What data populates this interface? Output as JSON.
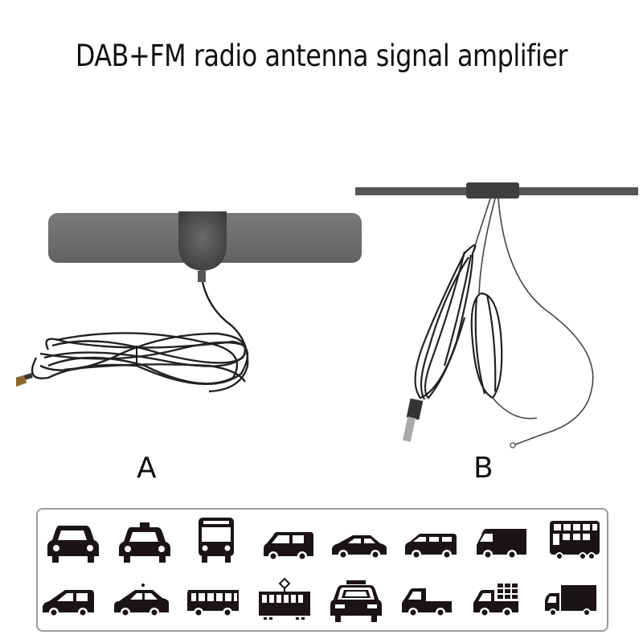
{
  "title": "DAB+FM radio antenna signal amplifier",
  "products": [
    {
      "id": "A",
      "label": "A",
      "description": "flat panel antenna with coiled cable and angled connector"
    },
    {
      "id": "B",
      "label": "B",
      "description": "T-bar strip antenna with coiled cables, plug connector and ground ring"
    }
  ],
  "vehicle_panel": {
    "rows": [
      [
        "car-front",
        "taxi-front",
        "bus-front",
        "minivan-side",
        "sedan-side",
        "van-side",
        "delivery-van-side",
        "double-decker-bus-side"
      ],
      [
        "hatchback-side",
        "police-car-side",
        "bus-side",
        "tram-side",
        "police-car-front",
        "pickup-truck-side",
        "cargo-truck-side",
        "box-truck-side"
      ]
    ]
  },
  "colors": {
    "background": "#ffffff",
    "text": "#111111",
    "antenna_gray": "#6e6e6e",
    "cable": "#2a2a2a",
    "icon": "#1a1414",
    "panel_border": "#9a9a9a"
  }
}
